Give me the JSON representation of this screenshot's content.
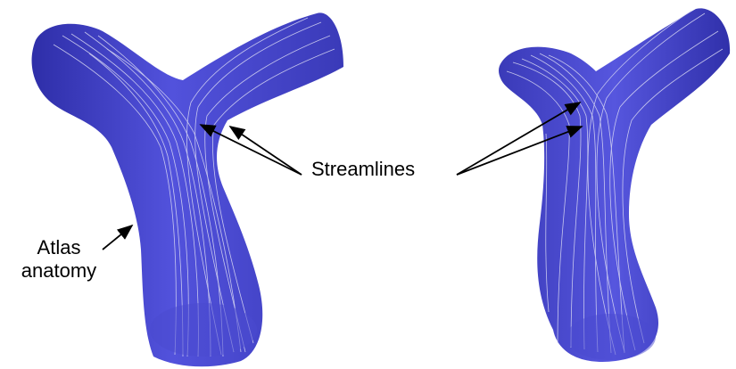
{
  "labels": {
    "streamlines": "Streamlines",
    "atlas_line1": "Atlas",
    "atlas_line2": "anatomy"
  },
  "colors": {
    "vessel": "#4848d8",
    "vessel_dark": "#3434b0",
    "vessel_light": "#6a6ae6",
    "streamline": "#dcdcf4",
    "arrow": "#000000",
    "background": "#ffffff"
  }
}
